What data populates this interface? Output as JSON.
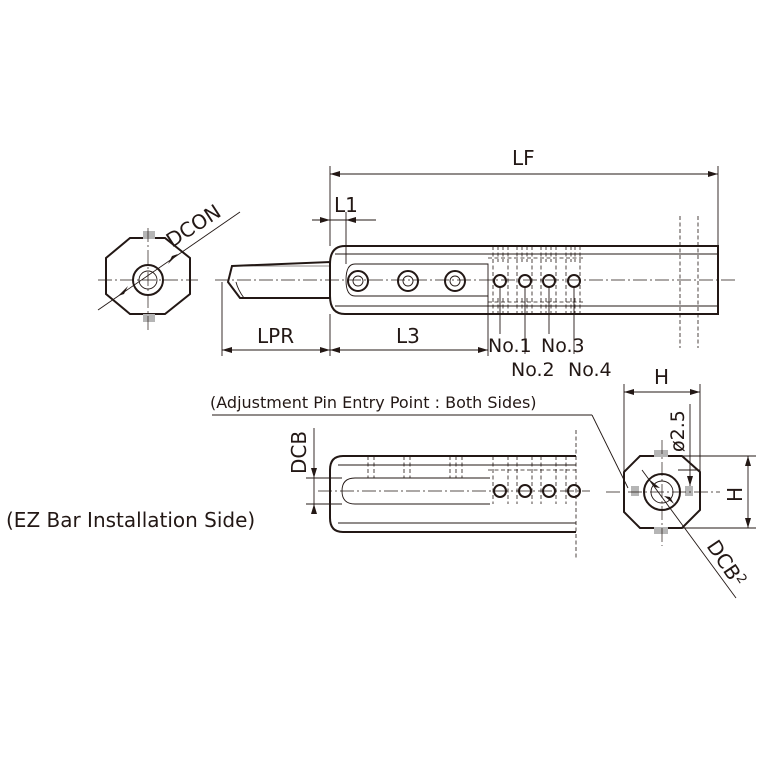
{
  "labels": {
    "lf": "LF",
    "l1": "L1",
    "dcon": "DCON",
    "lpr": "LPR",
    "l3": "L3",
    "no1": "No.1",
    "no2": "No.2",
    "no3": "No.3",
    "no4": "No.4",
    "h_top": "H",
    "h_side": "H",
    "dia": "ø2.5",
    "dcb": "DCB",
    "dcb2": "DCB",
    "dcb2_sup": "2"
  },
  "notes": {
    "adjustment_pin": "(Adjustment Pin Entry Point : Both Sides)",
    "ez_bar": "(EZ Bar Installation Side)"
  }
}
